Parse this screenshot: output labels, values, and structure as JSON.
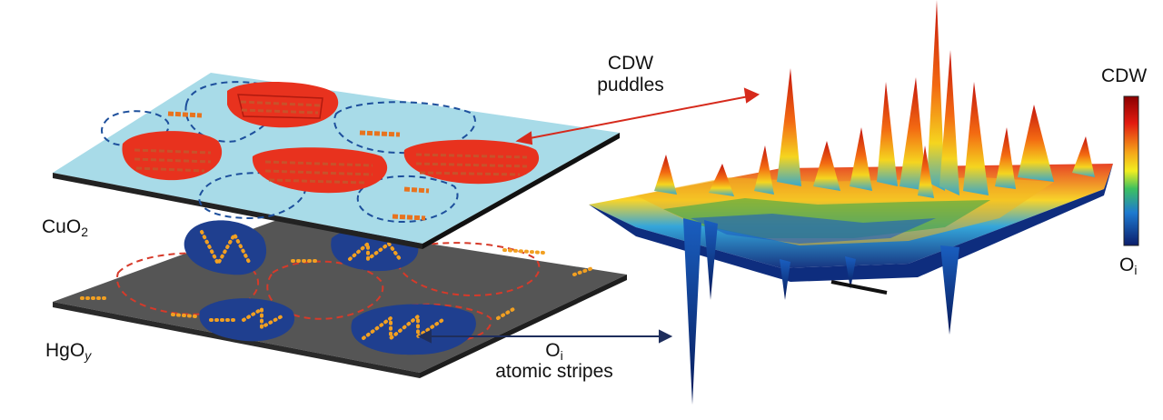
{
  "labels": {
    "cdw_puddles_line1": "CDW",
    "cdw_puddles_line2": "puddles",
    "cuo2_main": "CuO",
    "cuo2_sub": "2",
    "hgoy_main": "HgO",
    "hgoy_sub": "y",
    "oi_main": "O",
    "oi_sub": "i",
    "oi_caption": "atomic stripes",
    "colorbar_top": "CDW",
    "colorbar_bottom_main": "O",
    "colorbar_bottom_sub": "i"
  },
  "colors": {
    "top_plane": "#a8dbe8",
    "bottom_plane": "#555555",
    "cdw_puddle": "#e8321e",
    "oi_puddle": "#1f3f8f",
    "oi_dots": "#f2a021",
    "cdw_arrow": "#d62a1c",
    "oi_arrow": "#1f2e5c"
  }
}
